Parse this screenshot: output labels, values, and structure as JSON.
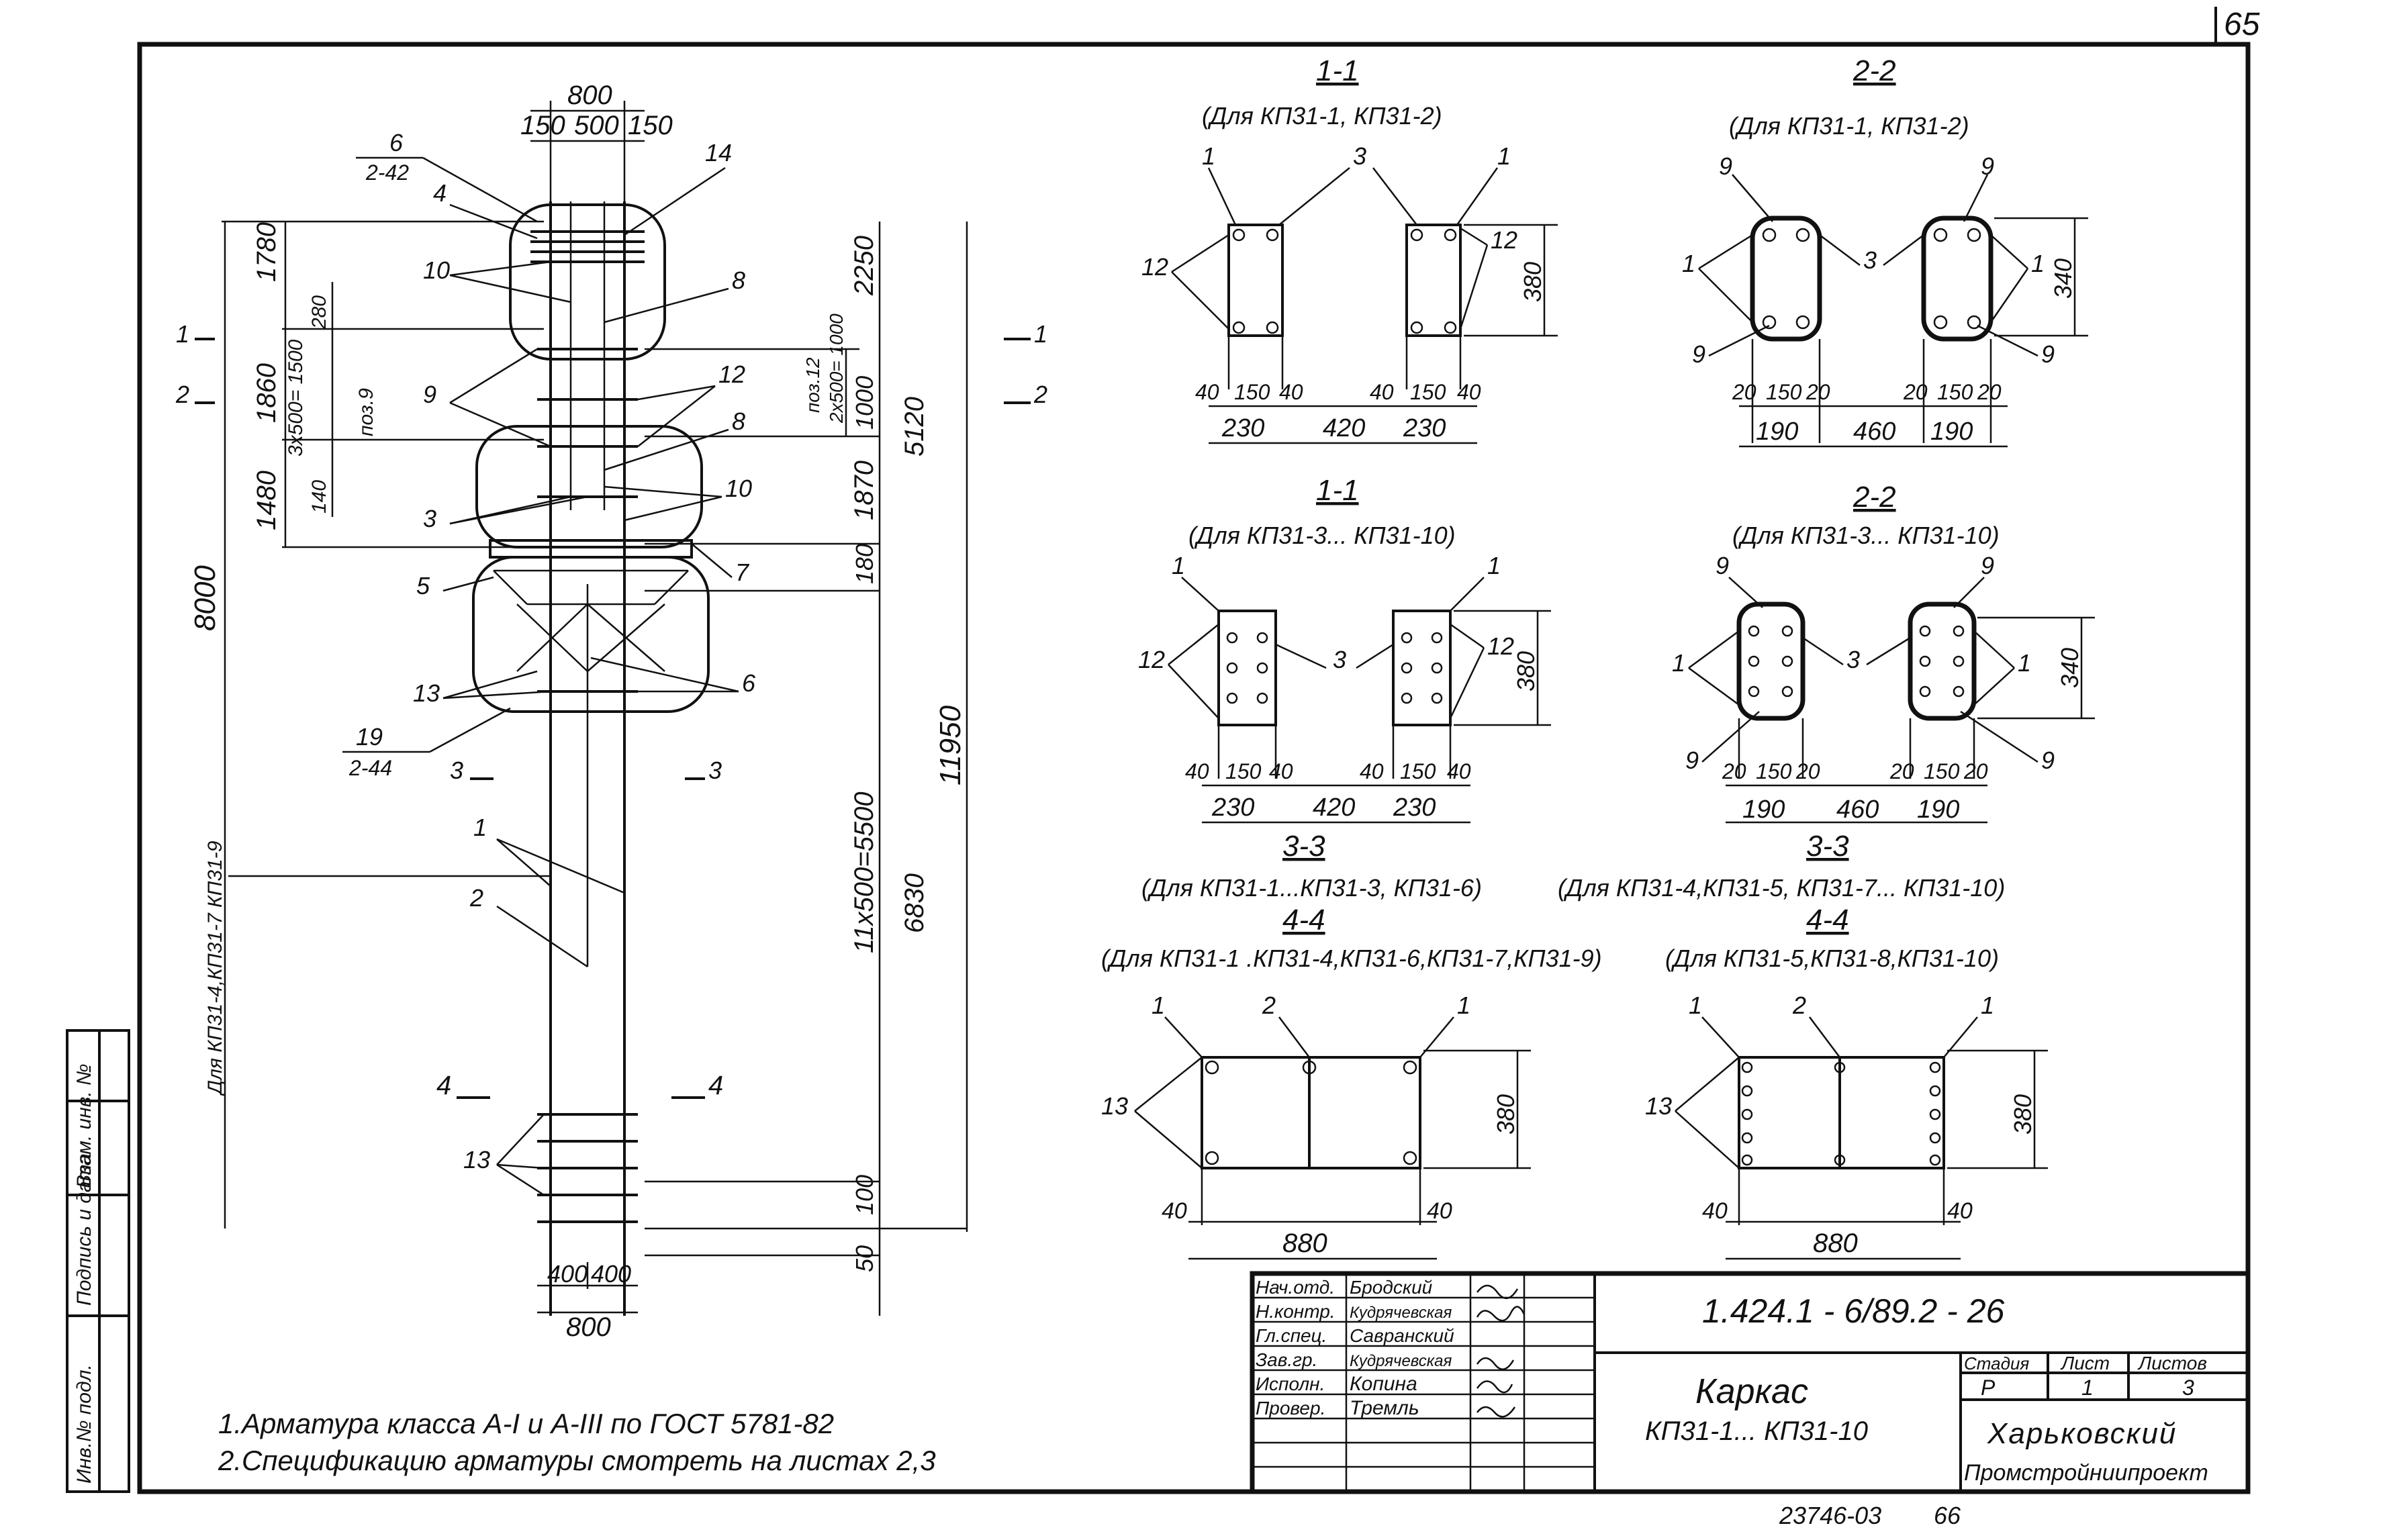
{
  "sheet": {
    "page_number": "65",
    "bottom_code": "23746-03",
    "bottom_page": "66"
  },
  "main_view": {
    "top_width": "800",
    "top_splits": [
      "150",
      "500",
      "150"
    ],
    "bottom_splits": [
      "400",
      "400"
    ],
    "bottom_width": "800",
    "left_dims": [
      "1780",
      "1860",
      "1480",
      "8000"
    ],
    "inner_left_dims": [
      "280",
      "3x500=\n1500",
      "поз.9",
      "140"
    ],
    "right_dims": [
      "2250",
      "1000",
      "1870",
      "180",
      "5120",
      "11950",
      "11x500=5500",
      "6830",
      "100",
      "50"
    ],
    "right_small": [
      "поз.12",
      "2x500=\n1000"
    ],
    "callouts": [
      "6",
      "2-42",
      "4",
      "14",
      "10",
      "8",
      "9",
      "12",
      "8",
      "3",
      "10",
      "5",
      "7",
      "13",
      "6",
      "19",
      "2-44",
      "1",
      "2",
      "13"
    ],
    "section_marks": [
      "1",
      "2",
      "1",
      "2",
      "3",
      "3",
      "4",
      "4"
    ],
    "side_note": "Для КП31-4,КП31-7 КП31-9"
  },
  "sections": [
    {
      "title": "1-1",
      "subtitle": "(Для КП31-1, КП31-2)",
      "callouts": [
        "1",
        "3",
        "1",
        "12",
        "12"
      ],
      "dims": [
        "40",
        "150",
        "40",
        "40",
        "150",
        "40",
        "230",
        "420",
        "230",
        "380"
      ]
    },
    {
      "title": "2-2",
      "subtitle": "(Для КП31-1, КП31-2)",
      "callouts": [
        "9",
        "9",
        "1",
        "3",
        "1",
        "9",
        "9"
      ],
      "dims": [
        "20",
        "150",
        "20",
        "20",
        "150",
        "20",
        "190",
        "460",
        "190",
        "340"
      ]
    },
    {
      "title": "1-1",
      "subtitle": "(Для КП31-3... КП31-10)",
      "callouts": [
        "1",
        "1",
        "12",
        "3",
        "12"
      ],
      "dims": [
        "40",
        "150",
        "40",
        "40",
        "150",
        "40",
        "230",
        "420",
        "230",
        "380"
      ]
    },
    {
      "title": "2-2",
      "subtitle": "(Для КП31-3... КП31-10)",
      "callouts": [
        "9",
        "9",
        "1",
        "3",
        "1",
        "9",
        "9"
      ],
      "dims": [
        "20",
        "150",
        "20",
        "20",
        "150",
        "20",
        "190",
        "460",
        "190",
        "340"
      ]
    },
    {
      "title": "3-3",
      "subtitle": "(Для КП31-1...КП31-3, КП31-6)",
      "title2": "4-4",
      "subtitle2": "(Для КП31-1 .КП31-4,КП31-6,КП31-7,КП31-9)",
      "callouts": [
        "1",
        "2",
        "1",
        "13"
      ],
      "dims": [
        "40",
        "880",
        "40",
        "380"
      ]
    },
    {
      "title": "3-3",
      "subtitle": "(Для КП31-4,КП31-5, КП31-7... КП31-10)",
      "title2": "4-4",
      "subtitle2": "(Для КП31-5,КП31-8,КП31-10)",
      "callouts": [
        "1",
        "2",
        "1",
        "13"
      ],
      "dims": [
        "40",
        "880",
        "40",
        "380"
      ]
    }
  ],
  "notes": [
    "1.Арматура класса А-I и А-III по ГОСТ 5781-82",
    "2.Спецификацию арматуры смотреть на листах 2,3"
  ],
  "left_strip": [
    "Инв.№ подл.",
    "Подпись и дата",
    "Взам. инв. №"
  ],
  "title_block": {
    "doc_number": "1.424.1 - 6/89.2 - 26",
    "title_line1": "Каркас",
    "title_line2": "КП31-1... КП31-10",
    "roles": [
      "Нач.отд.",
      "Н.контр.",
      "Гл.спец.",
      "Зав.гр.",
      "Исполн.",
      "Провер."
    ],
    "names": [
      "Бродский",
      "Кудрячевская",
      "Савранский",
      "Кудрячевская",
      "Копина",
      "Тремль"
    ],
    "stage_label": "Стадия",
    "sheet_label": "Лист",
    "sheets_label": "Листов",
    "stage_value": "Р",
    "sheet_value": "1",
    "sheets_value": "3",
    "org_line1": "Харьковский",
    "org_line2": "Промстройниипроект"
  }
}
